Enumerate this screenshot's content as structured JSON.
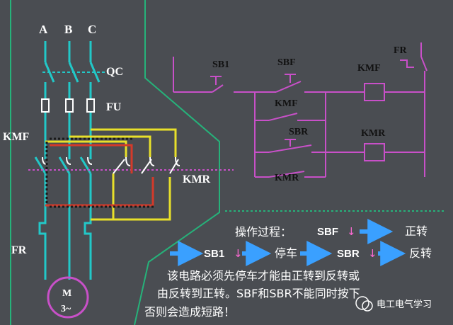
{
  "phase_labels": {
    "a": "A",
    "b": "B",
    "c": "C"
  },
  "main_circuit": {
    "qc": "QC",
    "fu": "FU",
    "kmf": "KMF",
    "kmr": "KMR",
    "fr": "FR",
    "motor_m": "M",
    "motor_phase": "3~"
  },
  "control_circuit": {
    "fr": "FR",
    "sb1": "SB1",
    "sbf": "SBF",
    "kmf_coil": "KMF",
    "kmf_contact": "KMF",
    "sbr": "SBR",
    "kmr_coil": "KMR",
    "kmr_contact": "KMR"
  },
  "operation": {
    "title": "操作过程：",
    "sbf": "SBF",
    "down_arrow": "↓",
    "forward": "正转",
    "sb1": "SB1",
    "stop": "停车",
    "sbr": "SBR",
    "reverse": "反转"
  },
  "note": {
    "line1": "该电路必须先停车才能由正转到反转或",
    "line2": "由反转到正转。SBF和SBR不能同时按下",
    "line3": "否则会造成短路！"
  },
  "watermark": "电工电气学习",
  "colors": {
    "background": "#4a4d52",
    "cyan": "#22c8c8",
    "yellow": "#e8e02a",
    "red": "#d43a2a",
    "magenta": "#c850c8",
    "green_frame": "#26b27a",
    "arrow_blue": "#3aa0ff"
  }
}
